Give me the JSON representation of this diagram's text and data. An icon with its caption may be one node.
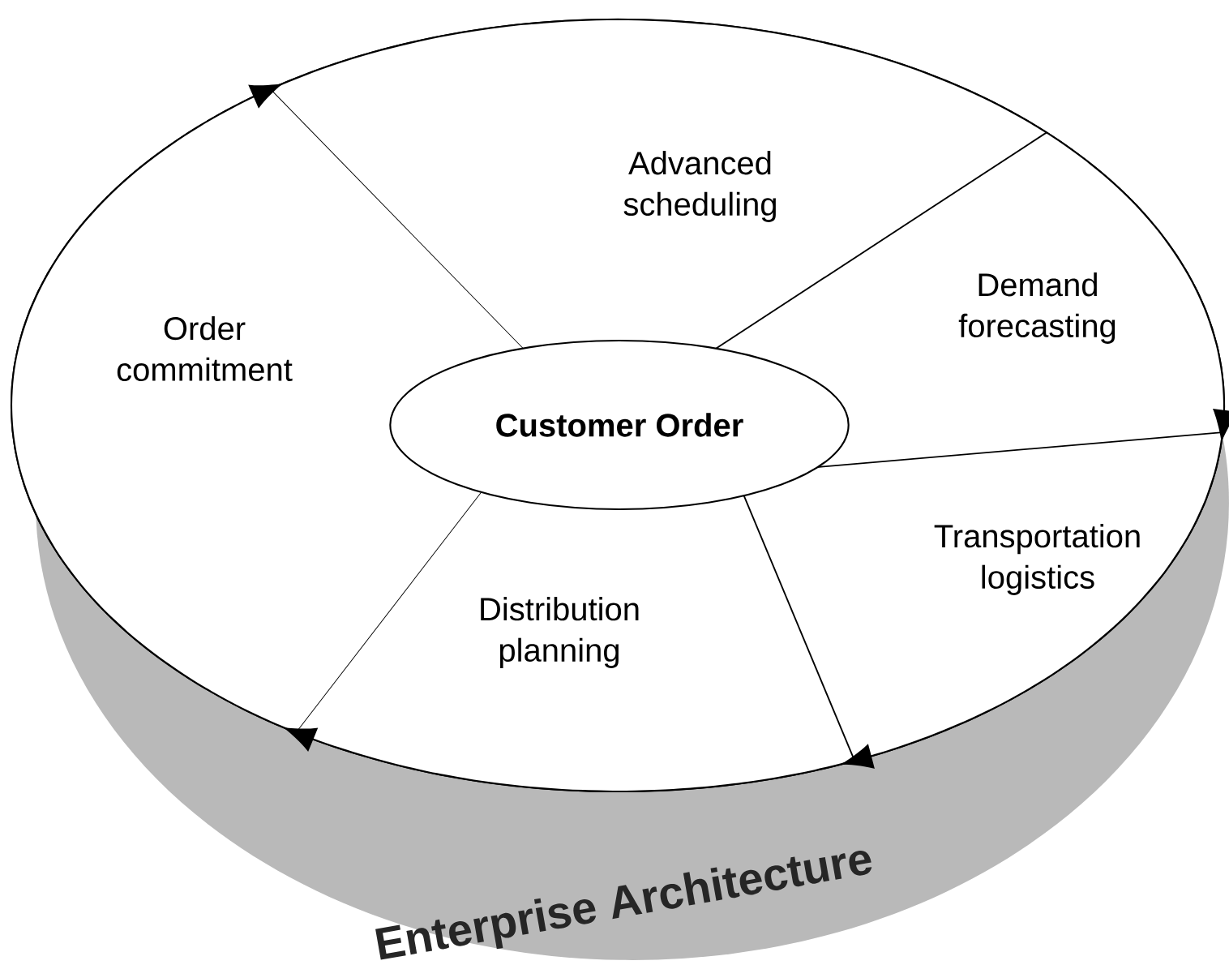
{
  "diagram": {
    "nodes": [
      {
        "text": [
          "Enterprise Architecture"
        ]
      },
      {
        "text": [
          "Advanced scheduling"
        ],
        "in": 0
      },
      {
        "text": [
          "Order commitment"
        ],
        "in": 0
      },
      {
        "text": [
          "Customer Order"
        ],
        "in": 0
      },
      {
        "text": [
          "Demand forecasting"
        ],
        "in": 0
      },
      {
        "text": [
          "Transportation logistics"
        ],
        "in": 0
      },
      {
        "text": [
          "Distribution planning"
        ],
        "in": 0
      }
    ],
    "edges": [
      {
        "from": 2,
        "to": 1,
        "arrow": "to"
      },
      {
        "from": 1,
        "to": 4,
        "arrow": "none"
      },
      {
        "from": 4,
        "to": 5,
        "arrow": "to"
      },
      {
        "from": 5,
        "to": 6,
        "arrow": "to"
      },
      {
        "from": 6,
        "to": 2,
        "arrow": "to"
      }
    ]
  }
}
